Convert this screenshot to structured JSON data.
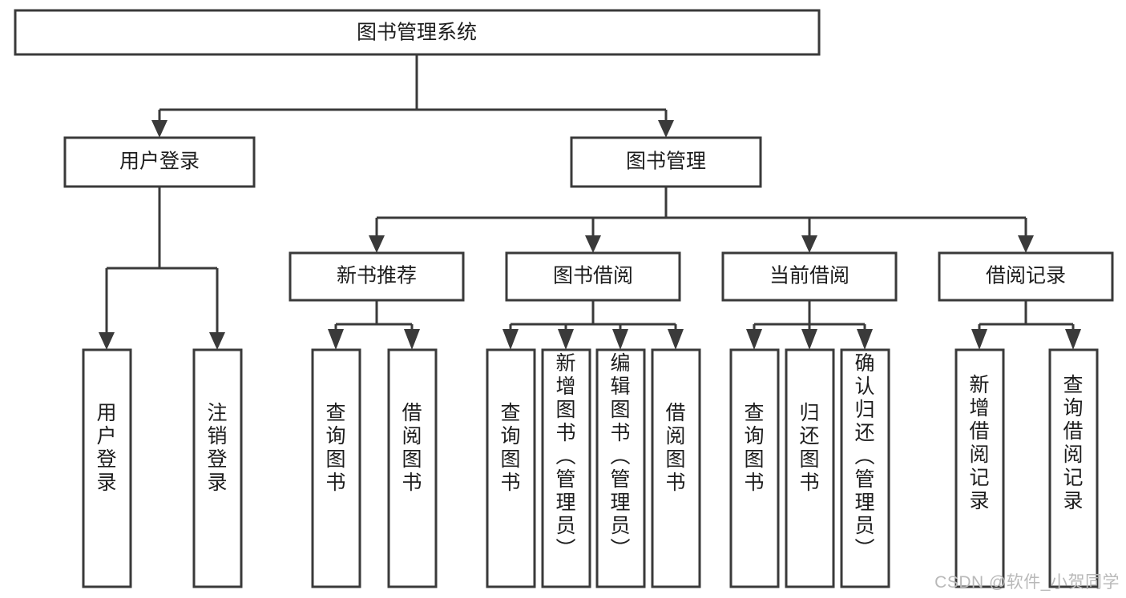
{
  "diagram": {
    "title": "图书管理系统",
    "type": "tree",
    "orientation": "top-down",
    "watermark": "CSDN @软件_小贺同学",
    "colors": {
      "background": "#ffffff",
      "box_stroke": "#3a3a3a",
      "box_fill": "#ffffff",
      "text": "#1d1d1d",
      "connector": "#3a3a3a",
      "watermark": "#b9b9b9"
    },
    "levels": [
      {
        "level": 1,
        "nodes": [
          {
            "id": "root",
            "label": "图书管理系统",
            "orientation": "horizontal"
          }
        ]
      },
      {
        "level": 2,
        "nodes": [
          {
            "id": "login",
            "label": "用户登录",
            "orientation": "horizontal",
            "parent": "root"
          },
          {
            "id": "bookmgmt",
            "label": "图书管理",
            "orientation": "horizontal",
            "parent": "root"
          }
        ]
      },
      {
        "level": 3,
        "nodes": [
          {
            "id": "newbook",
            "label": "新书推荐",
            "orientation": "horizontal",
            "parent": "bookmgmt"
          },
          {
            "id": "borrow",
            "label": "图书借阅",
            "orientation": "horizontal",
            "parent": "bookmgmt"
          },
          {
            "id": "current",
            "label": "当前借阅",
            "orientation": "horizontal",
            "parent": "bookmgmt"
          },
          {
            "id": "records",
            "label": "借阅记录",
            "orientation": "horizontal",
            "parent": "bookmgmt"
          }
        ]
      },
      {
        "level": 4,
        "nodes": [
          {
            "id": "leaf-1",
            "label": "用户登录",
            "orientation": "vertical",
            "parent": "login"
          },
          {
            "id": "leaf-2",
            "label": "注销登录",
            "orientation": "vertical",
            "parent": "login"
          },
          {
            "id": "leaf-3",
            "label": "查询图书",
            "orientation": "vertical",
            "parent": "newbook"
          },
          {
            "id": "leaf-4",
            "label": "借阅图书",
            "orientation": "vertical",
            "parent": "newbook"
          },
          {
            "id": "leaf-5",
            "label": "查询图书",
            "orientation": "vertical",
            "parent": "borrow"
          },
          {
            "id": "leaf-6",
            "label": "新增图书（管理员）",
            "orientation": "vertical",
            "parent": "borrow"
          },
          {
            "id": "leaf-7",
            "label": "编辑图书（管理员）",
            "orientation": "vertical",
            "parent": "borrow"
          },
          {
            "id": "leaf-8",
            "label": "借阅图书",
            "orientation": "vertical",
            "parent": "borrow"
          },
          {
            "id": "leaf-9",
            "label": "查询图书",
            "orientation": "vertical",
            "parent": "current"
          },
          {
            "id": "leaf-10",
            "label": "归还图书",
            "orientation": "vertical",
            "parent": "current"
          },
          {
            "id": "leaf-11",
            "label": "确认归还（管理员）",
            "orientation": "vertical",
            "parent": "current"
          },
          {
            "id": "leaf-12",
            "label": "新增借阅记录",
            "orientation": "vertical",
            "parent": "records"
          },
          {
            "id": "leaf-13",
            "label": "查询借阅记录",
            "orientation": "vertical",
            "parent": "records"
          }
        ]
      }
    ]
  }
}
